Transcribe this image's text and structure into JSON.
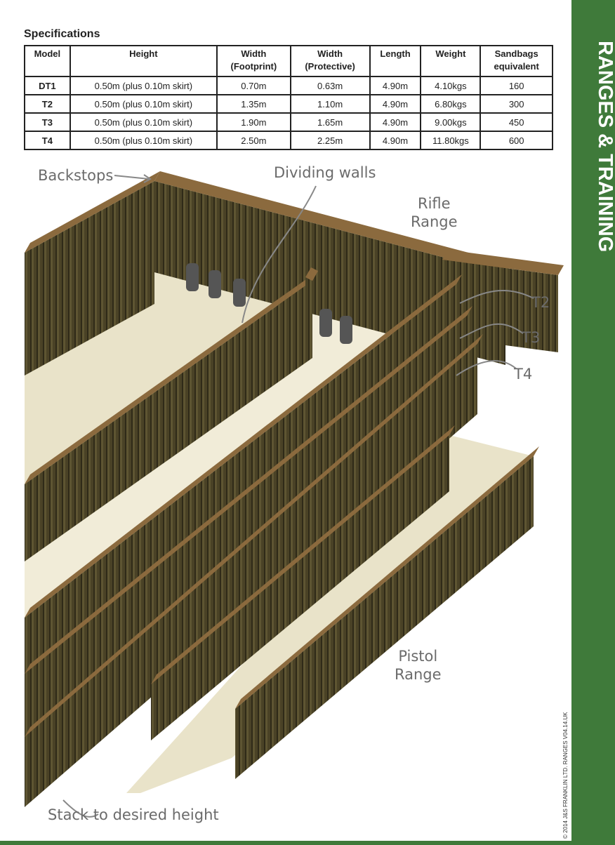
{
  "specs": {
    "title": "Specifications",
    "header_lines": [
      [
        "Model"
      ],
      [
        "Height"
      ],
      [
        "Width",
        "(Footprint)"
      ],
      [
        "Width",
        "(Protective)"
      ],
      [
        "Length"
      ],
      [
        "Weight"
      ],
      [
        "Sandbags",
        "equivalent"
      ]
    ],
    "rows": [
      [
        "DT1",
        "0.50m (plus 0.10m skirt)",
        "0.70m",
        "0.63m",
        "4.90m",
        "4.10kgs",
        "160"
      ],
      [
        "T2",
        "0.50m (plus 0.10m skirt)",
        "1.35m",
        "1.10m",
        "4.90m",
        "6.80kgs",
        "300"
      ],
      [
        "T3",
        "0.50m (plus 0.10m skirt)",
        "1.90m",
        "1.65m",
        "4.90m",
        "9.00kgs",
        "450"
      ],
      [
        "T4",
        "0.50m (plus 0.10m skirt)",
        "2.50m",
        "2.25m",
        "4.90m",
        "11.80kgs",
        "600"
      ]
    ]
  },
  "illustration": {
    "labels": {
      "backstops": "Backstops",
      "dividing_walls": "Dividing walls",
      "rifle_range_1": "Rifle",
      "rifle_range_2": "Range",
      "t2": "T2",
      "t3": "T3",
      "t4": "T4",
      "pistol_range_1": "Pistol",
      "pistol_range_2": "Range",
      "stack": "Stack to desired height"
    }
  },
  "sidebar": {
    "title": "RANGES & TRAINING",
    "copyright": "© 2014 J&S FRANKLIN LTD. RANGES V04.14.UK"
  },
  "colors": {
    "brand_green": "#3f7a3a",
    "wall": "#4a4226",
    "wall_top": "#8b6a3e",
    "floor": "#e9e3c9"
  }
}
